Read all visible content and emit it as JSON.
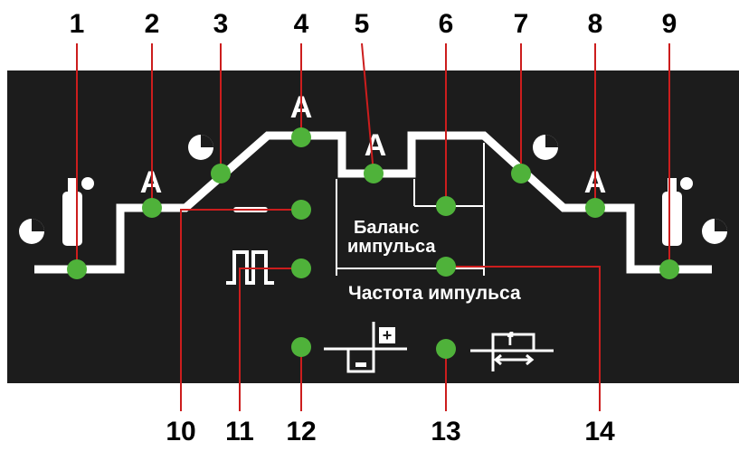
{
  "callouts": {
    "top": [
      "1",
      "2",
      "3",
      "4",
      "5",
      "6",
      "7",
      "8",
      "9"
    ],
    "bottom": [
      "10",
      "11",
      "12",
      "13",
      "14"
    ]
  },
  "symbols": {
    "amp": "A",
    "plus": "+",
    "freq": "f"
  },
  "labels": {
    "balance_line1": "Баланс",
    "balance_line2": "импульса",
    "pulse_frequency": "Частота импульса"
  },
  "colors": {
    "panel": "#1c1c1c",
    "line": "#ffffff",
    "led": "#4fb23a",
    "leader": "#cc1d1d",
    "text": "#000000"
  }
}
